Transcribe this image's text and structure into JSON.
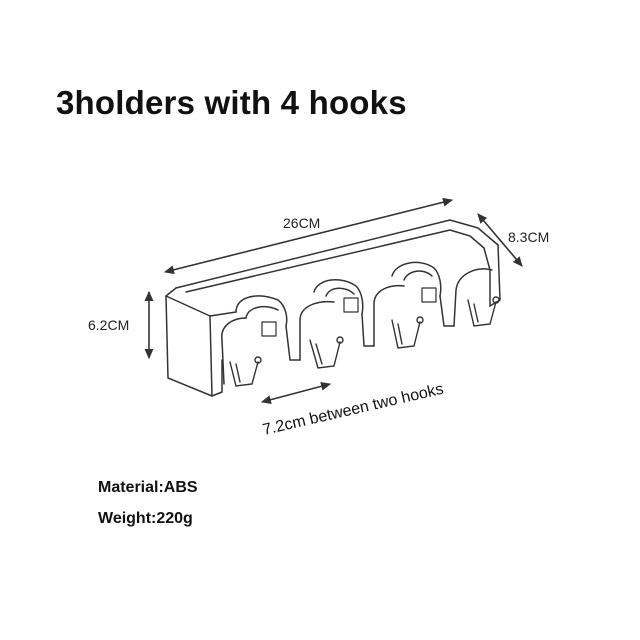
{
  "title": "3holders with 4 hooks",
  "dimensions": {
    "length": "26CM",
    "depth": "8.3CM",
    "height": "6.2CM",
    "hook_spacing": "7.2cm between two hooks"
  },
  "specs": {
    "material": "Material:ABS",
    "weight": "Weight:220g"
  },
  "colors": {
    "background": "#ffffff",
    "line": "#333333",
    "text": "#111111"
  }
}
